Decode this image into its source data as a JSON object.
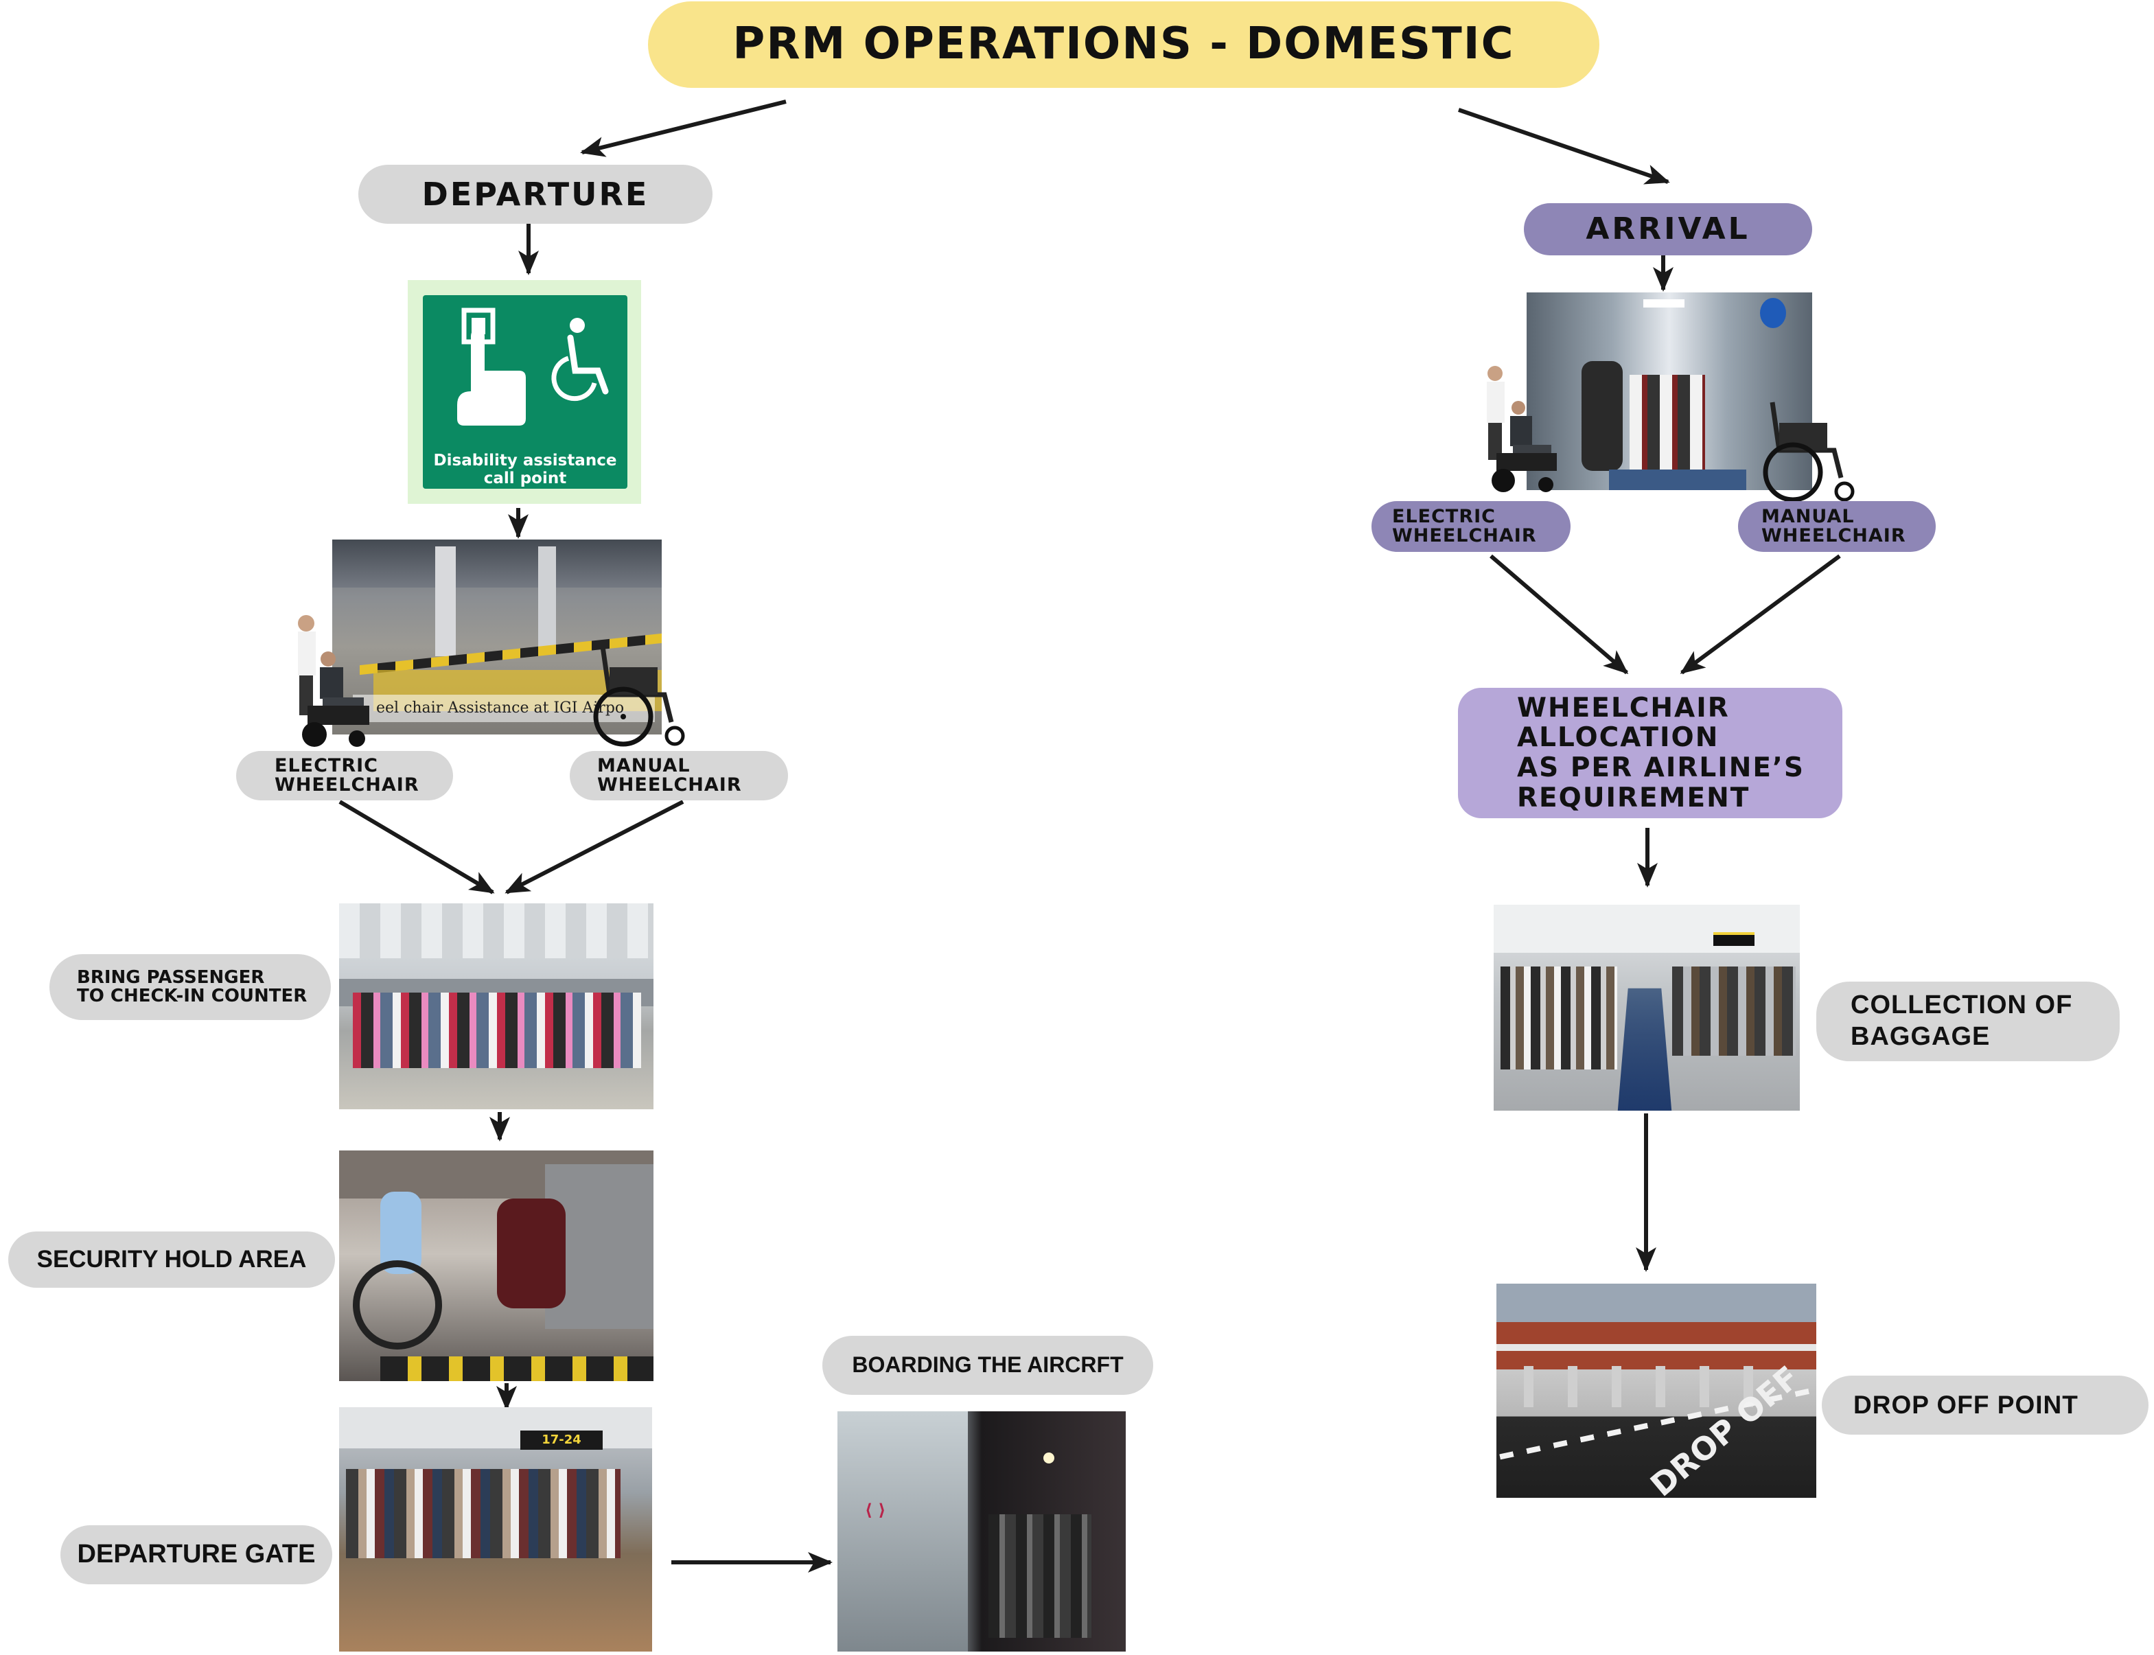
{
  "title": "PRM OPERATIONS - DOMESTIC",
  "departure": {
    "header": "DEPARTURE",
    "sign_text": "Disability assistance\ncall point",
    "photo_caption": "eel chair Assistance at IGI Airpo",
    "electric_label": "ELECTRIC\nWHEELCHAIR",
    "manual_label": "MANUAL\nWHEELCHAIR",
    "checkin_label": "BRING PASSENGER\nTO CHECK-IN COUNTER",
    "security_label": "SECURITY HOLD AREA",
    "gate_label": "DEPARTURE GATE",
    "boarding_label": "BOARDING THE AIRCRFT"
  },
  "arrival": {
    "header": "ARRIVAL",
    "electric_label": "ELECTRIC\nWHEELCHAIR",
    "manual_label": "MANUAL\nWHEELCHAIR",
    "allocation_label": "WHEELCHAIR\nALLOCATION\nAS PER  AIRLINE’S\nREQUIREMENT",
    "baggage_label": "COLLECTION OF\nBAGGAGE",
    "dropoff_label": "DROP OFF POINT",
    "gate_sign": "17-24",
    "road_text": "DROP OFF"
  },
  "colors": {
    "title_bg": "#f9e48b",
    "pill_gray": "#d7d7d7",
    "pill_purple": "#8e86b6",
    "pill_lavender": "#b6a7d8",
    "sign_green": "#0b8a62"
  }
}
